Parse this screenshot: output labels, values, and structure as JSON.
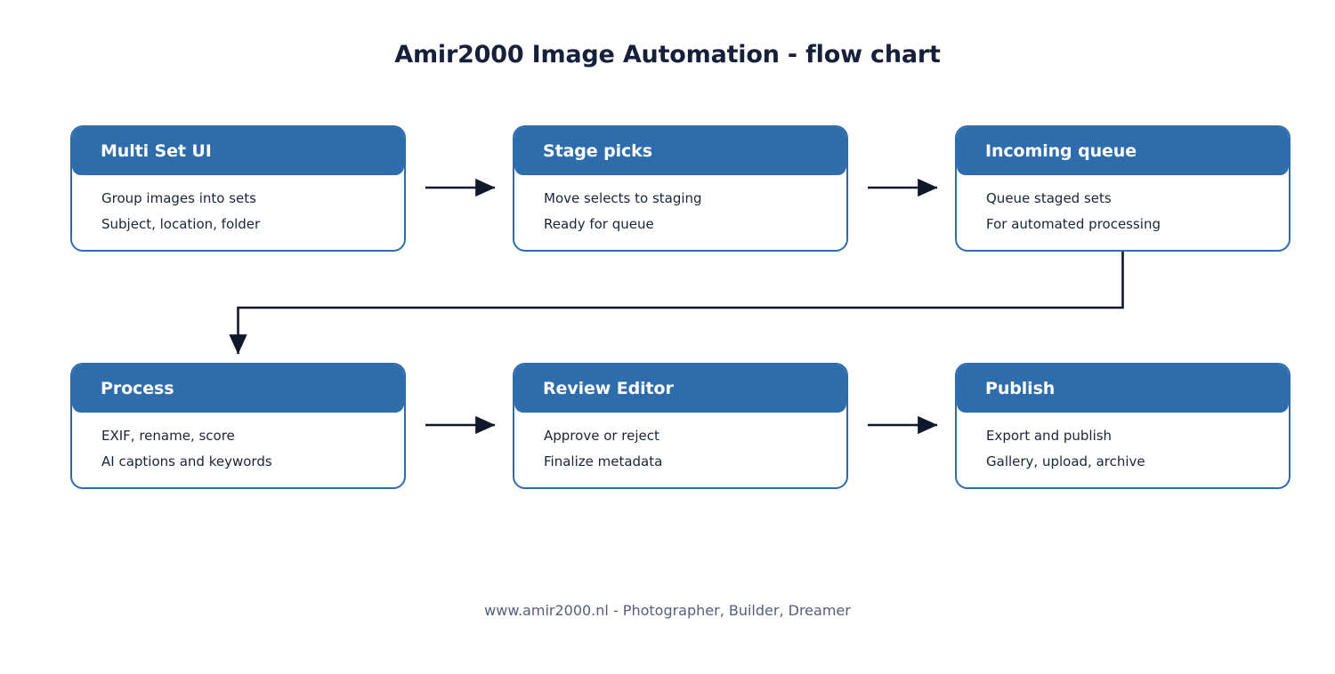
{
  "chart_data": {
    "type": "diagram",
    "diagram_kind": "flowchart",
    "title": "Amir2000 Image Automation - flow chart",
    "footer": "www.amir2000.nl - Photographer, Builder, Dreamer",
    "orientation": "left-to-right, two rows, serpentine",
    "colors": {
      "node_header": "#2f6cac",
      "node_border": "#2f6cac",
      "node_body": "#ffffff",
      "title_text": "#16203a",
      "body_text": "#1b2436",
      "header_text": "#ffffff",
      "connector": "#10182c",
      "footer_text": "#53607a",
      "background": "#ffffff"
    },
    "nodes": [
      {
        "id": "multi-set-ui",
        "title": "Multi Set UI",
        "lines": [
          "Group images into sets",
          "Subject, location, folder"
        ],
        "row": 1,
        "column": 1
      },
      {
        "id": "stage-picks",
        "title": "Stage picks",
        "lines": [
          "Move selects to staging",
          "Ready for queue"
        ],
        "row": 1,
        "column": 2
      },
      {
        "id": "incoming-queue",
        "title": "Incoming queue",
        "lines": [
          "Queue staged sets",
          "For automated processing"
        ],
        "row": 1,
        "column": 3
      },
      {
        "id": "process",
        "title": "Process",
        "lines": [
          "EXIF, rename, score",
          "AI captions and keywords"
        ],
        "row": 2,
        "column": 1
      },
      {
        "id": "review-editor",
        "title": "Review Editor",
        "lines": [
          "Approve or reject",
          "Finalize metadata"
        ],
        "row": 2,
        "column": 2
      },
      {
        "id": "publish",
        "title": "Publish",
        "lines": [
          "Export and publish",
          "Gallery, upload, archive"
        ],
        "row": 2,
        "column": 3
      }
    ],
    "edges": [
      {
        "from": "multi-set-ui",
        "to": "stage-picks",
        "style": "straight-horizontal",
        "label": ""
      },
      {
        "from": "stage-picks",
        "to": "incoming-queue",
        "style": "straight-horizontal",
        "label": ""
      },
      {
        "from": "incoming-queue",
        "to": "process",
        "style": "elbow-down-left",
        "label": ""
      },
      {
        "from": "process",
        "to": "review-editor",
        "style": "straight-horizontal",
        "label": ""
      },
      {
        "from": "review-editor",
        "to": "publish",
        "style": "straight-horizontal",
        "label": ""
      }
    ]
  }
}
